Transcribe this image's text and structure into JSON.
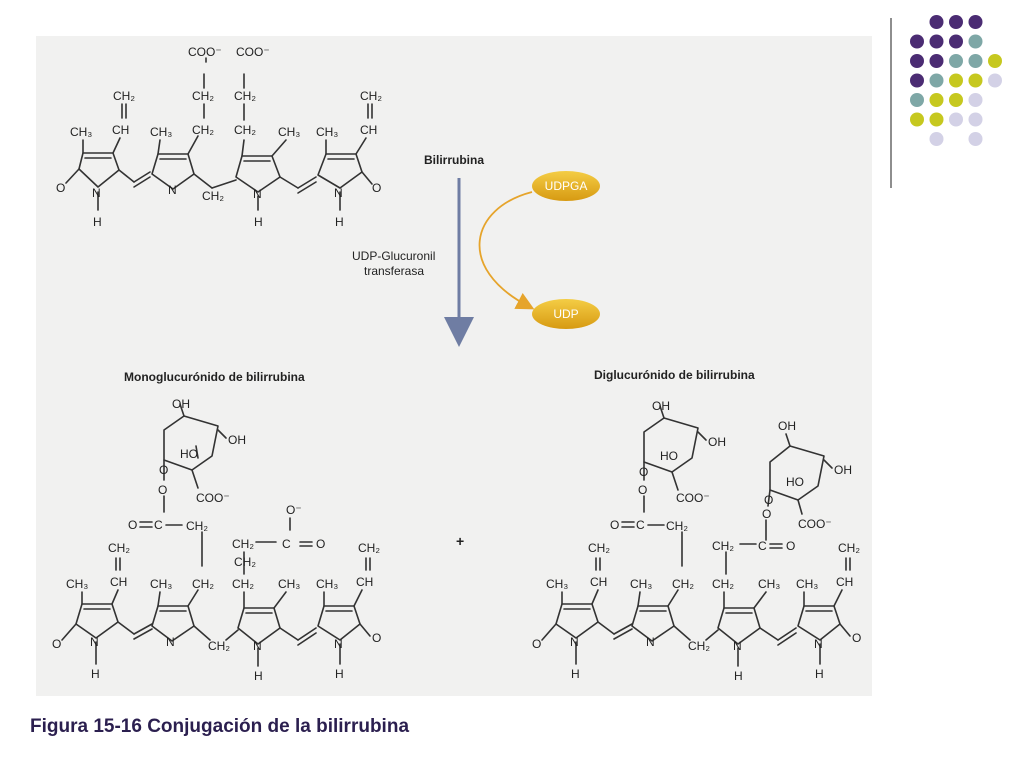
{
  "caption": "Figura 15-16 Conjugación de la bilirrubina",
  "top": {
    "bilirrubina": "Bilirrubina",
    "enzyme_line1": "UDP-Glucuronil",
    "enzyme_line2": "transferasa",
    "udpga": "UDPGA",
    "udp": "UDP"
  },
  "labels": {
    "mono": "Monoglucurónido de bilirrubina",
    "di": "Diglucurónido de bilirrubina",
    "plus": "+"
  },
  "atoms": {
    "coo_minus": "COO⁻",
    "ch2": "CH₂",
    "ch3": "CH₃",
    "ch": "CH",
    "n": "N",
    "h": "H",
    "o": "O",
    "oh": "OH",
    "ho": "HO",
    "o_minus": "O⁻",
    "c": "C"
  },
  "colors": {
    "dot_purple": "#4b2c73",
    "dot_teal": "#7ea7a6",
    "dot_lime": "#c6c81f",
    "dot_lavender": "#d3d1e6",
    "pill": "#e0a91c",
    "arrow_blue": "#6f7da3",
    "arrow_orange": "#e6a42b"
  }
}
